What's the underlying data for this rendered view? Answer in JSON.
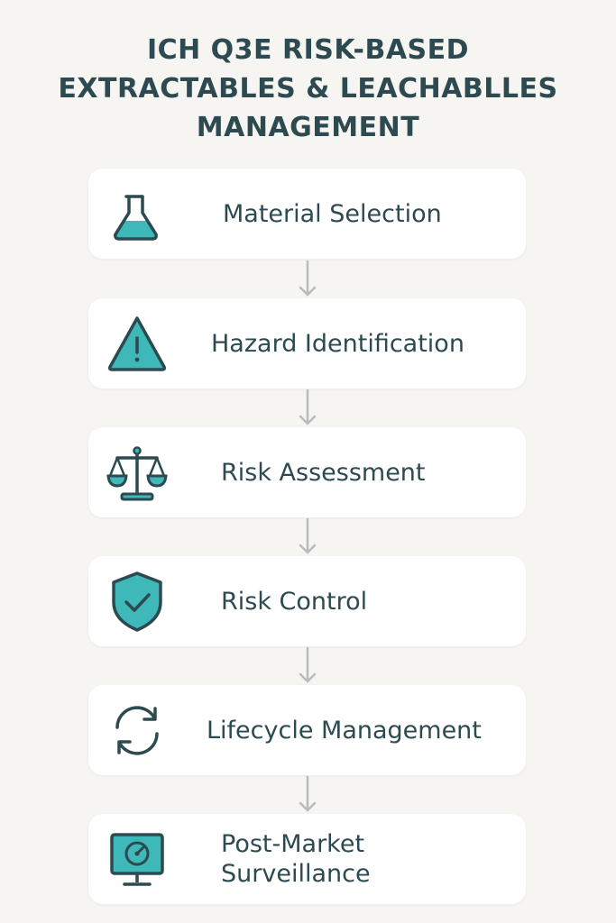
{
  "title": {
    "line1": "ICH Q3E RISK-BASED",
    "line2": "EXTRACTABLES & LEACHABLLES",
    "line3": "MANAGEMENT"
  },
  "steps": [
    {
      "label": "Material Selection",
      "icon": "flask-icon"
    },
    {
      "label": "Hazard Identification",
      "icon": "warning-triangle-icon"
    },
    {
      "label": "Risk Assessment",
      "icon": "balance-scale-icon"
    },
    {
      "label": "Risk Control",
      "icon": "shield-check-icon"
    },
    {
      "label": "Lifecycle Management",
      "icon": "cycle-arrows-icon"
    },
    {
      "label_line1": "Post-Market",
      "label_line2": "Surveillance",
      "icon": "monitor-gauge-icon"
    }
  ],
  "colors": {
    "background": "#f6f5f2",
    "card": "#ffffff",
    "text": "#2c4a50",
    "teal": "#3fb8ba",
    "arrow": "#b8bcbd"
  }
}
